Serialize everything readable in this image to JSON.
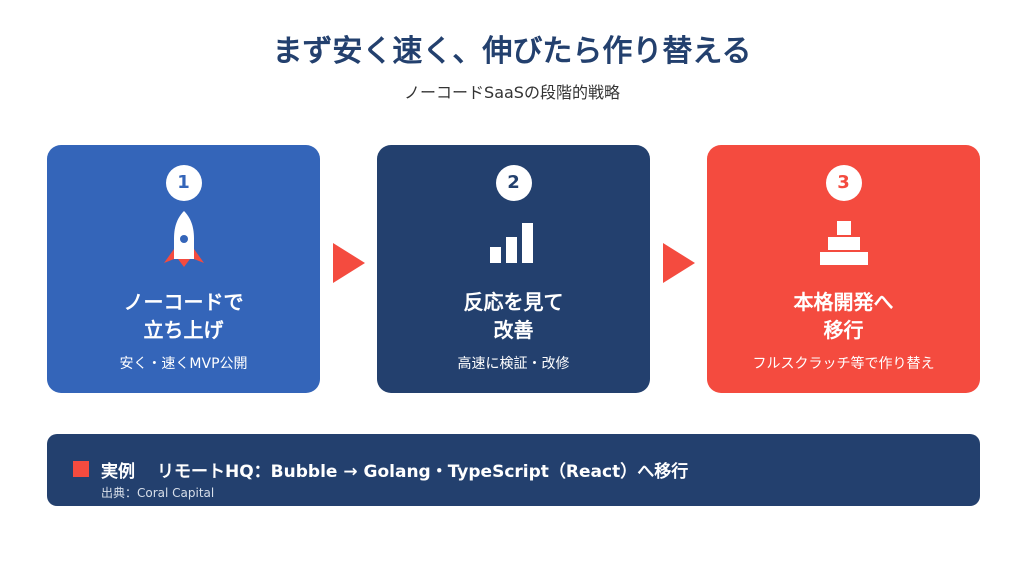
{
  "header": {
    "title": "まず安く速く、伸びたら作り替える",
    "subtitle": "ノーコードSaaSの段階的戦略"
  },
  "colors": {
    "navy": "#23406e",
    "blue": "#3465b9",
    "red": "#f44b3f",
    "white": "#ffffff"
  },
  "steps": [
    {
      "number": "1",
      "icon": "rocket-icon",
      "title": "ノーコードで\n立ち上げ",
      "desc": "安く・速くMVP公開",
      "color": "#3465b9"
    },
    {
      "number": "2",
      "icon": "bar-chart-icon",
      "title": "反応を見て\n改善",
      "desc": "高速に検証・改修",
      "color": "#23406e"
    },
    {
      "number": "3",
      "icon": "pyramid-icon",
      "title": "本格開発へ\n移行",
      "desc": "フルスクラッチ等で作り替え",
      "color": "#f44b3f"
    }
  ],
  "example": {
    "label": "実例",
    "text": "リモートHQ：Bubble → Golang・TypeScript（React）へ移行",
    "source": "出典：Coral Capital"
  }
}
